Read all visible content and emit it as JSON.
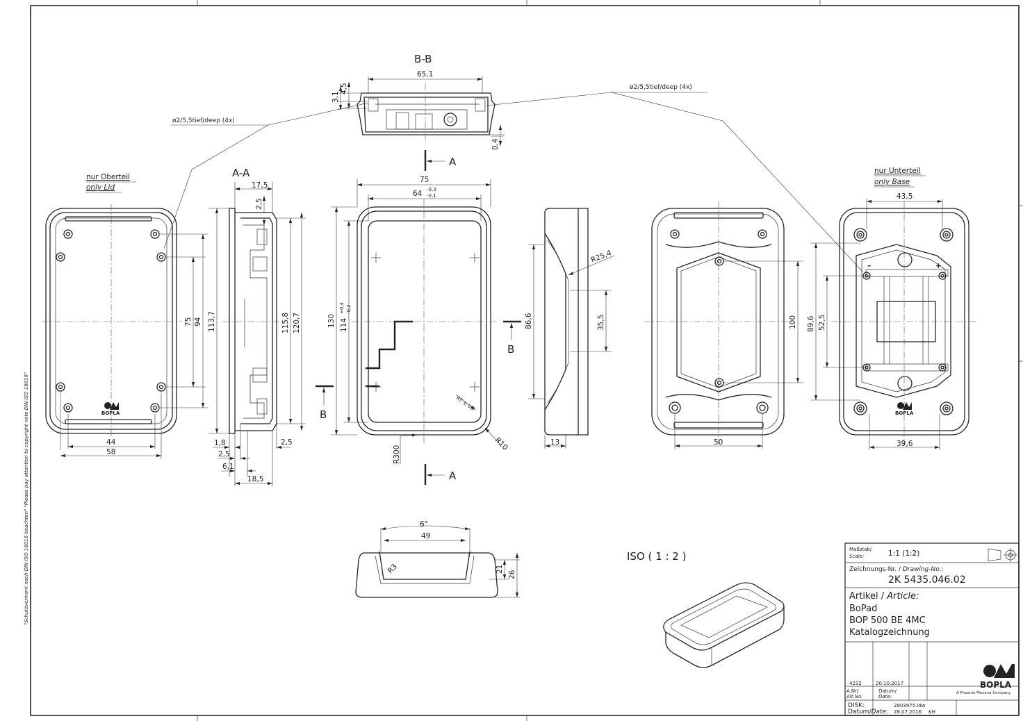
{
  "views": {
    "section_bb": "B-B",
    "section_aa": "A-A",
    "section_marker_a": "A",
    "section_marker_b": "B",
    "iso": "ISO ( 1 : 2 )"
  },
  "notes": {
    "hole_left": "ø2/5,5tief/deep (4x)",
    "hole_right": "ø2/5,5tief/deep (4x)",
    "lid_de": "nur Oberteil",
    "lid_en": "only Lid",
    "base_de": "nur Unterteil",
    "base_en": "only Base",
    "copyright": "\"Schutzvermerk nach DIN ISO 16016 beachten\"  \"Please pay attention to copyright note DIN ISO 16016\""
  },
  "dims": {
    "bb_width": "65,1",
    "bb_h1": "4,5",
    "bb_h2": "3,1",
    "bb_h3": "0,4",
    "lid_44": "44",
    "lid_58": "58",
    "lid_75": "75",
    "lid_94": "94",
    "lid_1137": "113,7",
    "aa_175": "17,5",
    "aa_25a": "2,5",
    "aa_1158": "115,8",
    "aa_1207": "120,7",
    "aa_18": "1,8",
    "aa_25b": "2,5",
    "aa_25c": "2,5",
    "aa_61": "6,1",
    "aa_185": "18,5",
    "front_75": "75",
    "front_64": "64",
    "front_64_tol_up": "-0,3",
    "front_64_tol_lo": "-0,1",
    "front_130": "130",
    "front_114": "114",
    "front_114_tol_up": "+0,4",
    "front_114_tol_lo": "-0,2",
    "front_r300": "R300",
    "front_r10": "R10",
    "front_r5": "R5 ± 0,1",
    "side_866": "86,6",
    "side_355": "35,5",
    "side_r254": "R25,4",
    "side_13": "13",
    "base_100": "100",
    "base_50": "50",
    "inner_435": "43,5",
    "inner_896": "89,6",
    "inner_525": "52,5",
    "inner_396": "39,6",
    "bottom_6deg": "6°",
    "bottom_49": "49",
    "bottom_21": "21",
    "bottom_26": "26",
    "bottom_r3": "R3"
  },
  "logo": {
    "name": "BOPLA",
    "tagline": "A Phoenix Mecano Company"
  },
  "title_block": {
    "scale_label_de": "Maßstab/",
    "scale_label_en": "Scale:",
    "scale_value": "1:1 (1:2)",
    "drawing_label_de": "Zeichnungs-Nr. / ",
    "drawing_label_en": "Drawing-No.:",
    "drawing_no": "2K 5435.046.02",
    "article_label_de": "Artikel / ",
    "article_label_en": "Article:",
    "article_line1": "BoPad",
    "article_line2": "BOP 500 BE 4MC",
    "article_line3": "Katalogzeichnung",
    "anr_value": "4232",
    "anr_date": "20.10.2017",
    "anr_label_de": "A.Nr/",
    "anr_label_en": "Alt.No:",
    "datum_label_de": "Datum/",
    "datum_label_en": "Date:",
    "disk_label": "DISK:",
    "disk_value": "2803975.idw",
    "datum2_label_de": "Datum/",
    "datum2_label_en": "Date:",
    "datum2_value": "28.07.2016",
    "datum2_initials": "KH"
  }
}
